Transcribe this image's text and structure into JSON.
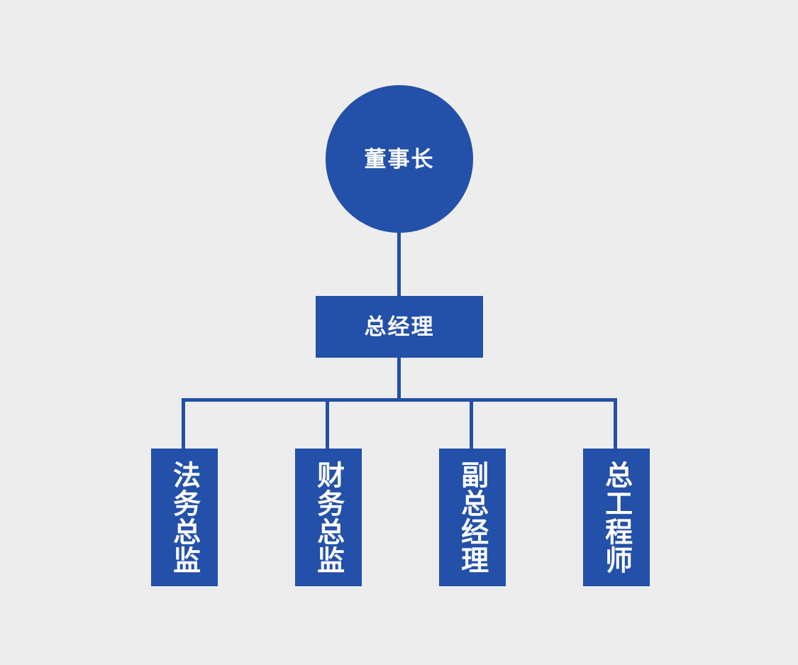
{
  "chart": {
    "type": "org-chart",
    "title": "",
    "background_color": "#ededed",
    "accent_color": "#2350a8",
    "text_color": "#ffffff",
    "levels": 3,
    "root": {
      "label": "董事长",
      "shape": "circle"
    },
    "level2": {
      "label": "总经理",
      "shape": "rectangle"
    },
    "level3": [
      {
        "label": "法务总监",
        "shape": "rectangle-vertical-text"
      },
      {
        "label": "财务总监",
        "shape": "rectangle-vertical-text"
      },
      {
        "label": "副总经理",
        "shape": "rectangle-vertical-text"
      },
      {
        "label": "总工程师",
        "shape": "rectangle-vertical-text"
      }
    ]
  }
}
